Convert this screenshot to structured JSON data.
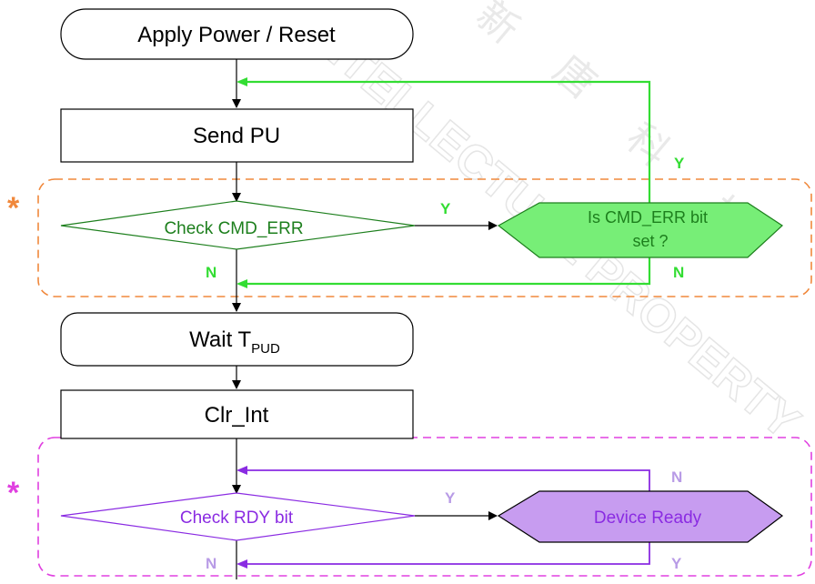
{
  "watermark": {
    "chars": [
      "新",
      "唐",
      "科",
      "技"
    ],
    "latin": "INTELLECTUAL PROPERTY"
  },
  "colors": {
    "black": "#000000",
    "green": "#33dd33",
    "dark_green": "#1d7f1d",
    "light_green": "#77ee77",
    "orange": "#f0883c",
    "magenta": "#e040e0",
    "purple": "#8a2be2",
    "light_purple": "#c79cf0",
    "lavender_label": "#b89be6",
    "watermark": "#d8d8d8"
  },
  "flow": {
    "apply_power": "Apply Power / Reset",
    "send_pu": "Send PU",
    "check_cmd_err": "Check CMD_ERR",
    "is_cmd_err_line1": "Is CMD_ERR bit",
    "is_cmd_err_line2": "set ?",
    "wait_prefix": "Wait T",
    "wait_sub": "PUD",
    "clr_int": "Clr_Int",
    "check_rdy": "Check RDY bit",
    "device_ready": "Device Ready"
  },
  "labels": {
    "cmd_yes": "Y",
    "cmd_loop_yes": "Y",
    "cmd_no": "N",
    "cmd_loop_no": "N",
    "rdy_yes": "Y",
    "rdy_loop_no": "N",
    "rdy_no": "N",
    "rdy_loop_yes": "Y"
  },
  "markers": {
    "star_top": "*",
    "star_bottom": "*"
  }
}
